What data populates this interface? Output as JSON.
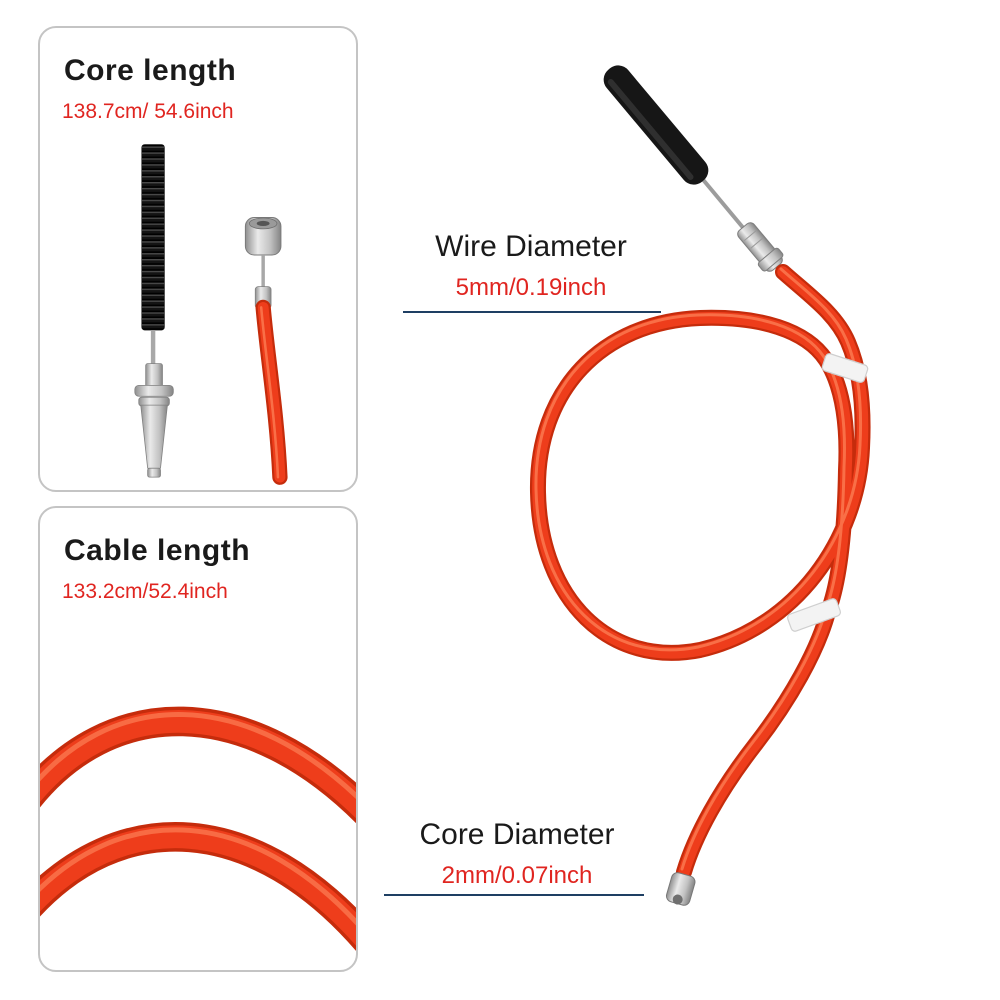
{
  "panels": {
    "core_length": {
      "title": "Core length",
      "value": "138.7cm/ 54.6inch"
    },
    "cable_length": {
      "title": "Cable length",
      "value": "133.2cm/52.4inch"
    }
  },
  "annotations": {
    "wire_diameter": {
      "label": "Wire Diameter",
      "value": "5mm/0.19inch"
    },
    "core_diameter": {
      "label": "Core Diameter",
      "value": "2mm/0.07inch"
    }
  },
  "illustrations": {
    "main": "coiled red throttle cable with black grip sleeve, metal ferrule, white tape bands and barrel end terminal",
    "panel_core": "threaded black core end and red outer cable with barrel nipple end",
    "panel_cable": "close-up of coiled red cable housing"
  },
  "colors": {
    "background": "#ffffff",
    "cable_red": "#ee3d1b",
    "cable_red_dark": "#c52c0c",
    "cable_highlight": "#ff8a60",
    "value_red": "#e02520",
    "label_black": "#1a1a1a",
    "callout_line": "#1e3f63",
    "panel_border": "#c4c4c4",
    "grip_black": "#161616",
    "tape_white": "#f3f3f3"
  }
}
